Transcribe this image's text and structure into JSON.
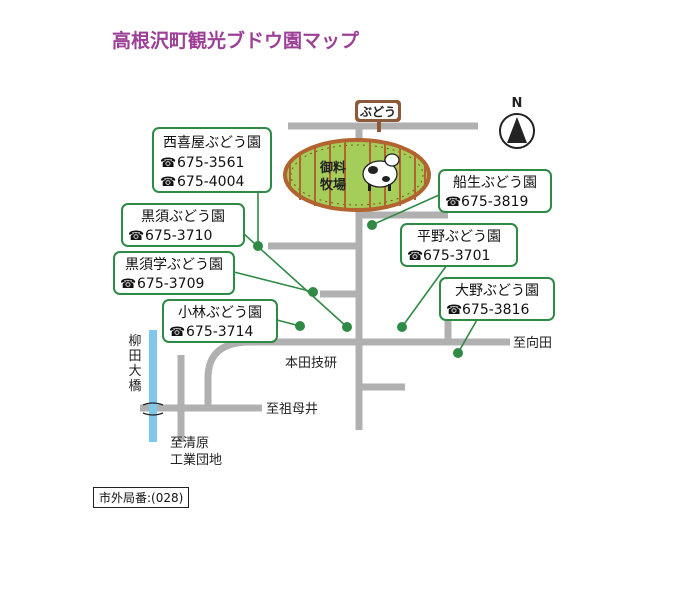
{
  "title": "高根沢町観光ブドウ園マップ",
  "compass": {
    "letter": "N"
  },
  "signpost": "ぶどう",
  "ranch": {
    "lines": [
      "御料",
      "牧場"
    ]
  },
  "vineyards": [
    {
      "name": "西喜屋ぶどう園",
      "phones": [
        "675-3561",
        "675-4004"
      ]
    },
    {
      "name": "黒須ぶどう園",
      "phones": [
        "675-3710"
      ]
    },
    {
      "name": "黒須学ぶどう園",
      "phones": [
        "675-3709"
      ]
    },
    {
      "name": "小林ぶどう園",
      "phones": [
        "675-3714"
      ]
    },
    {
      "name": "船生ぶどう園",
      "phones": [
        "675-3819"
      ]
    },
    {
      "name": "平野ぶどう園",
      "phones": [
        "675-3701"
      ]
    },
    {
      "name": "大野ぶどう園",
      "phones": [
        "675-3816"
      ]
    }
  ],
  "phone_symbol": "☎",
  "place_labels": {
    "honda": "本田技研",
    "mukaida": "至向田",
    "sobokui": "至祖母井",
    "kiyohara_1": "至清原",
    "kiyohara_2": "工業団地",
    "bridge": [
      "柳",
      "田",
      "大",
      "橋"
    ]
  },
  "area_code": "市外局番:(028)",
  "colors": {
    "title": "#9c3f96",
    "box_border": "#2f8a45",
    "dot": "#2f8a45",
    "road": "#b0b0b0",
    "river": "#7fc8ec",
    "grass": "#a5cd5a",
    "fence": "#b2632f",
    "sign_wood": "#8a5a3a"
  }
}
